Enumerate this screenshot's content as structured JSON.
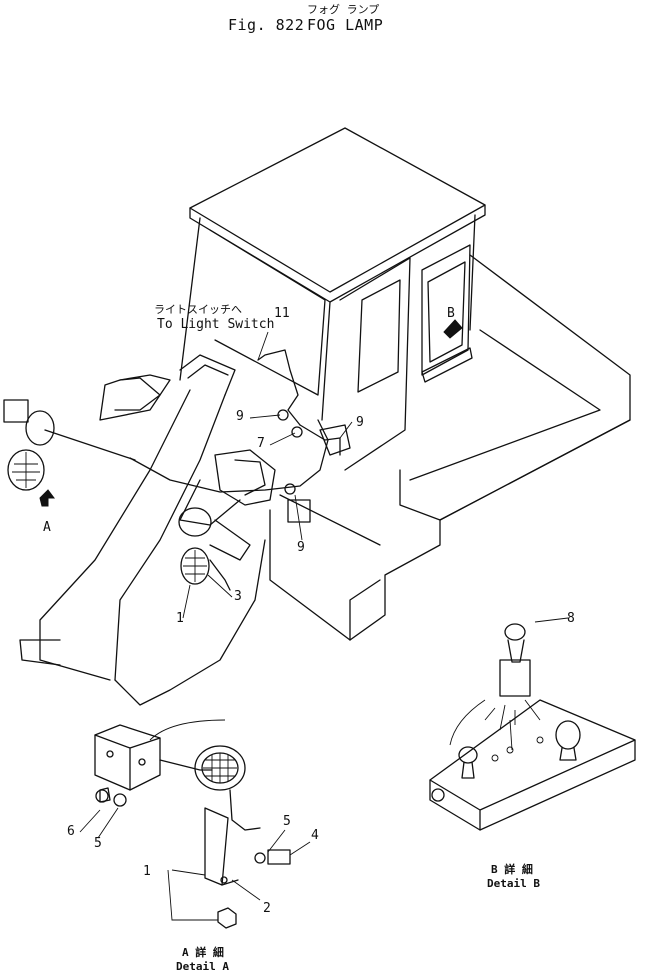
{
  "header": {
    "title_jp": "フォグ ランプ",
    "title_fig": "Fig. 822",
    "title_en": "FOG LAMP"
  },
  "callouts": {
    "light_switch_jp": "ライトスイッチへ",
    "light_switch_en": "To Light Switch",
    "view_a": "A",
    "view_b": "B",
    "part_1": "1",
    "part_2": "2",
    "part_3": "3",
    "part_4": "4",
    "part_5": "5",
    "part_6": "6",
    "part_7": "7",
    "part_8": "8",
    "part_9": "9",
    "part_11": "11"
  },
  "details": {
    "a_jp": "A 詳 細",
    "a_en": "Detail A",
    "b_jp": "B 詳 細",
    "b_en": "Detail B"
  }
}
